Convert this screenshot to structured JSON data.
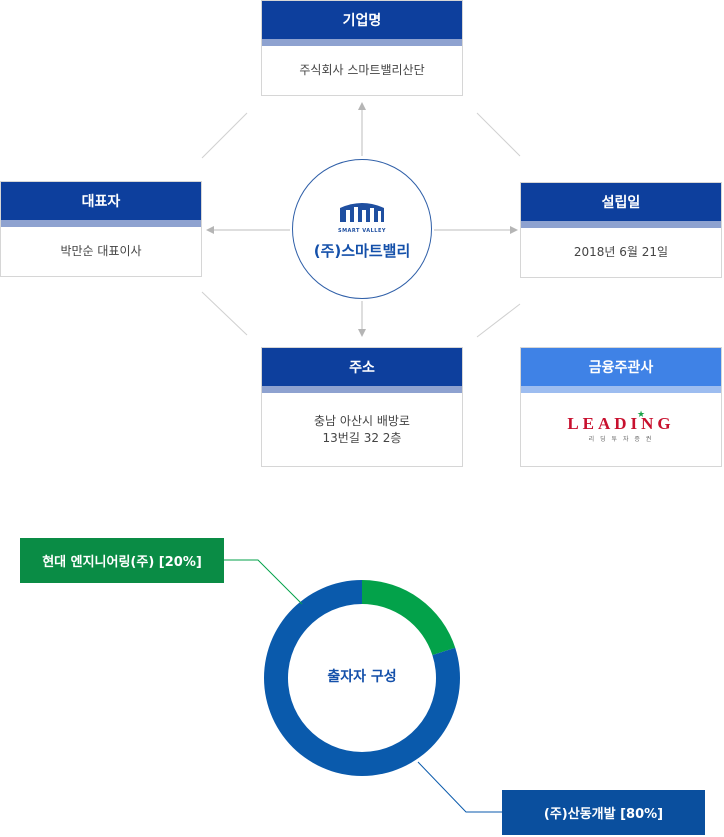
{
  "company": {
    "name_label": "기업명",
    "name_value": "주식회사 스마트밸리산단",
    "rep_label": "대표자",
    "rep_value": "박만순 대표이사",
    "est_label": "설립일",
    "est_value": "2018년 6월 21일",
    "addr_label": "주소",
    "addr_line1": "충남 아산시 배방로",
    "addr_line2": "13번길 32 2층",
    "finance_label": "금융주관사",
    "finance_logo_text": "LEADING",
    "finance_logo_sub": "리 딩 투 자 증 권",
    "center_name": "(주)스마트밸리",
    "center_logo_text": "SMART VALLEY"
  },
  "colors": {
    "navy": "#0d3f9d",
    "green": "#03a24a",
    "blue": "#0a5aac",
    "finance": "#3f82e6",
    "logo_red": "#c8102e"
  },
  "chart_data": {
    "type": "pie",
    "title": "출자자 구성",
    "donut": true,
    "categories": [
      "현대 엔지니어링(주) [20%]",
      "(주)산동개발 [80%]"
    ],
    "values": [
      20,
      80
    ],
    "colors": [
      "#03a24a",
      "#0a5aac"
    ]
  }
}
